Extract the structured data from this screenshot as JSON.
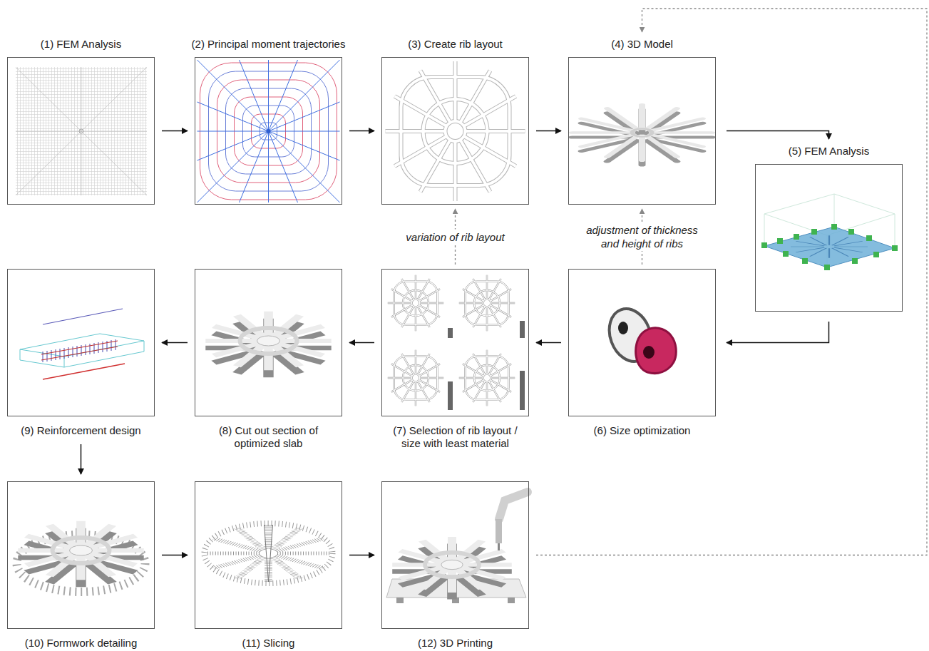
{
  "diagram": {
    "nodes": [
      {
        "text": [
          "(1) FEM Analysis"
        ]
      },
      {
        "text": [
          "(2) Principal moment trajectories"
        ]
      },
      {
        "text": [
          "(3) Create rib layout"
        ]
      },
      {
        "text": [
          "(4) 3D Model"
        ]
      },
      {
        "text": [
          "(5) FEM Analysis"
        ]
      },
      {
        "text": [
          "(6) Size optimization"
        ]
      },
      {
        "text": [
          "(7) Selection of rib layout / size with least material"
        ]
      },
      {
        "text": [
          "(8) Cut out section of optimized slab"
        ]
      },
      {
        "text": [
          "(9) Reinforcement design"
        ]
      },
      {
        "text": [
          "(10) Formwork detailing"
        ]
      },
      {
        "text": [
          "(11) Slicing"
        ]
      },
      {
        "text": [
          "(12) 3D Printing"
        ]
      }
    ],
    "edges": [
      {
        "from": 0,
        "to": 1,
        "arrow": "to"
      },
      {
        "from": 1,
        "to": 2,
        "arrow": "to"
      },
      {
        "from": 2,
        "to": 3,
        "arrow": "to"
      },
      {
        "from": 3,
        "to": 4,
        "arrow": "to"
      },
      {
        "from": 4,
        "to": 5,
        "arrow": "to"
      },
      {
        "from": 5,
        "to": 6,
        "arrow": "to"
      },
      {
        "from": 6,
        "to": 7,
        "arrow": "to"
      },
      {
        "from": 7,
        "to": 8,
        "arrow": "to"
      },
      {
        "from": 8,
        "to": 9,
        "arrow": "to"
      },
      {
        "from": 9,
        "to": 10,
        "arrow": "to"
      },
      {
        "from": 10,
        "to": 11,
        "arrow": "to"
      },
      {
        "from": 6,
        "to": 2,
        "label": "variation of rib layout",
        "arrow": "to"
      },
      {
        "from": 5,
        "to": 3,
        "label": "adjustment of thickness and height of ribs",
        "arrow": "to"
      },
      {
        "from": 11,
        "to": 3,
        "arrow": "to"
      }
    ]
  }
}
